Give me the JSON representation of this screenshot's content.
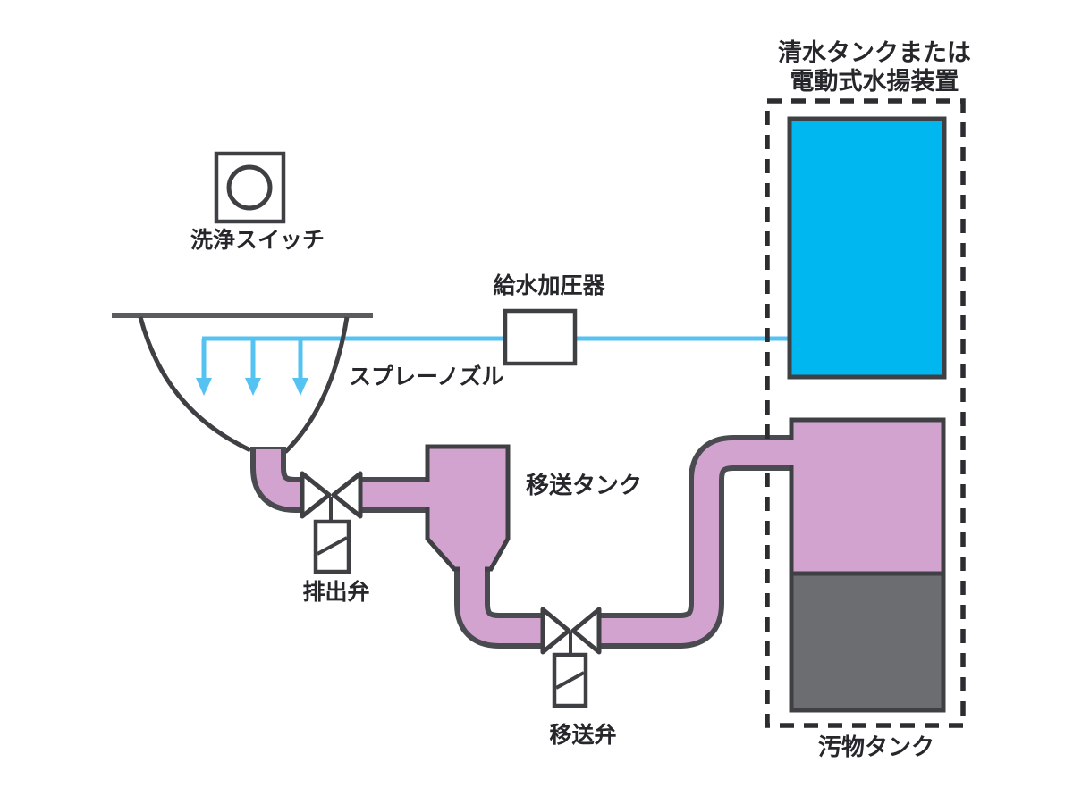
{
  "diagram": {
    "title_lines": {
      "line1": "清水タンクまたは",
      "line2": "電動式水揚装置"
    },
    "labels": {
      "wash_switch": "洗浄スイッチ",
      "pressurizer": "給水加圧器",
      "spray_nozzle": "スプレーノズル",
      "transfer_tank": "移送タンク",
      "discharge_valve": "排出弁",
      "transfer_valve": "移送弁",
      "waste_tank": "汚物タンク"
    },
    "colors": {
      "fresh_water": "#00b7ef",
      "waste_pink": "#d1a3ce",
      "waste_gray": "#6c6d71",
      "water_line": "#55c3f1",
      "pipe_outline": "#4a4b50",
      "shape_outline": "#3f4044",
      "rim": "#5a5b5e"
    }
  }
}
